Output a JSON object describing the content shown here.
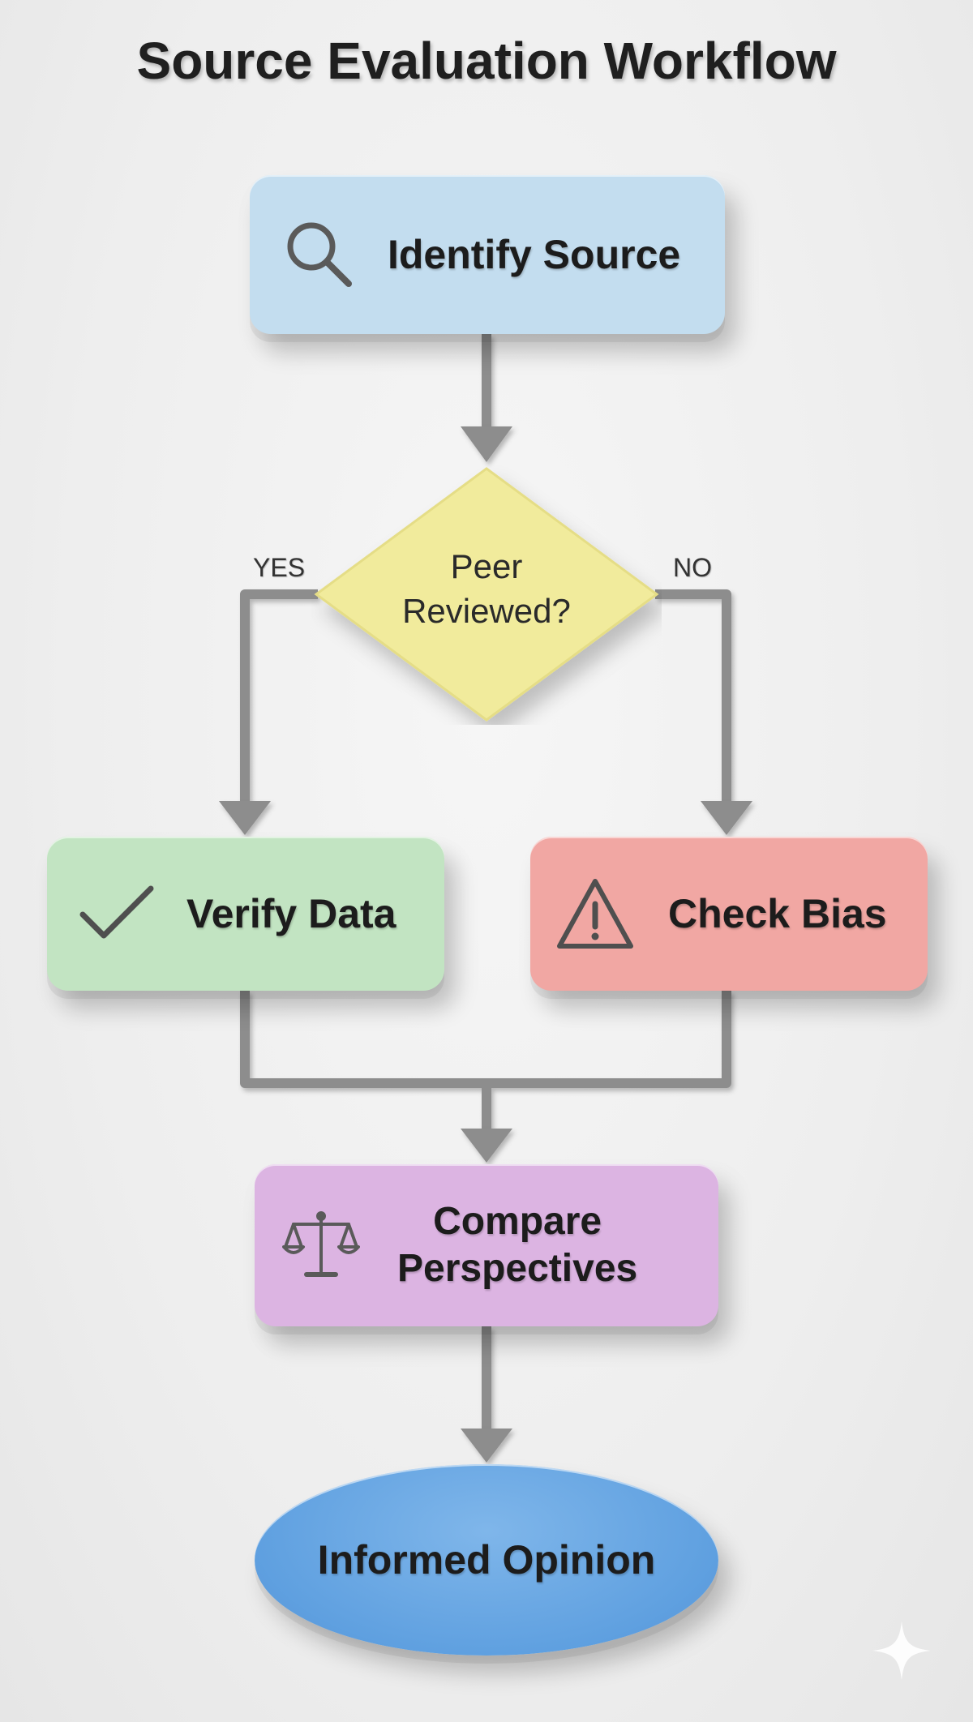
{
  "title": "Source Evaluation Workflow",
  "nodes": {
    "identify": {
      "label": "Identify Source",
      "icon": "magnifier-icon",
      "color": "#c3ddef"
    },
    "decision": {
      "line1": "Peer",
      "line2": "Reviewed?",
      "color": "#f1eb9c"
    },
    "verify": {
      "label": "Verify Data",
      "icon": "checkmark-icon",
      "color": "#c2e4c2"
    },
    "bias": {
      "label": "Check Bias",
      "icon": "warning-icon",
      "color": "#f1a7a3"
    },
    "compare": {
      "line1": "Compare",
      "line2": "Perspectives",
      "icon": "scales-icon",
      "color": "#dcb4e2"
    },
    "opinion": {
      "label": "Informed Opinion",
      "color": "#6aa8e6"
    }
  },
  "branches": {
    "yes": "YES",
    "no": "NO"
  },
  "connector_color": "#8d8d8d"
}
